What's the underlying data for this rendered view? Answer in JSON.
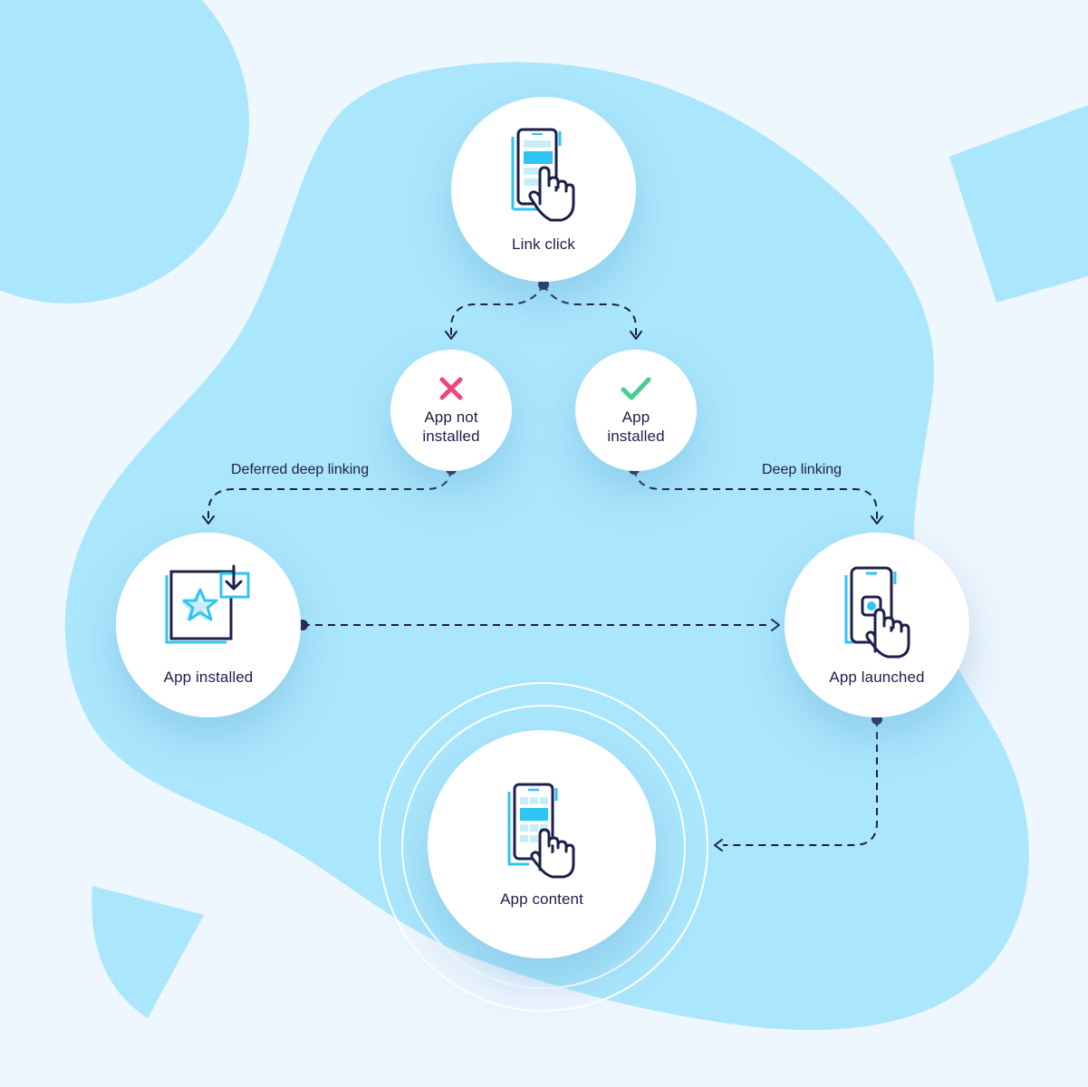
{
  "colors": {
    "background": "#eef6fe",
    "blob": "#aae6fc",
    "node": "#ffffff",
    "text": "#1e1f4a",
    "accent": "#2ec4f4",
    "negative": "#f0457a",
    "positive": "#44cf8c"
  },
  "nodes": {
    "link_click": {
      "label": "Link click",
      "icon": "phone-tap-icon"
    },
    "app_not_installed": {
      "label": "App not\ninstalled",
      "icon": "close-icon"
    },
    "app_installed_check": {
      "label": "App\ninstalled",
      "icon": "check-icon"
    },
    "app_installed": {
      "label": "App installed",
      "icon": "download-star-icon"
    },
    "app_launched": {
      "label": "App launched",
      "icon": "phone-launch-icon"
    },
    "app_content": {
      "label": "App content",
      "icon": "phone-content-icon"
    }
  },
  "edges": {
    "deferred_deep_linking": "Deferred deep linking",
    "deep_linking": "Deep linking"
  }
}
